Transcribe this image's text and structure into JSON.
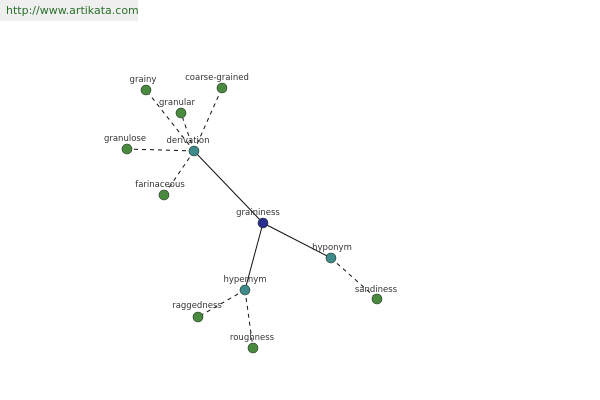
{
  "header": {
    "url": "http://www.artikata.com"
  },
  "colors": {
    "center_node": "#2a2f8f",
    "relation_node": "#3e8a8a",
    "leaf_node": "#4a8a3e",
    "edge": "#111111",
    "url_text": "#2b6f2b"
  },
  "graph": {
    "nodes": [
      {
        "id": "graininess",
        "label": "graininess",
        "kind": "center"
      },
      {
        "id": "derivation",
        "label": "derivation",
        "kind": "relation"
      },
      {
        "id": "hyponym",
        "label": "hyponym",
        "kind": "relation"
      },
      {
        "id": "hypernym",
        "label": "hypernym",
        "kind": "relation"
      },
      {
        "id": "grainy",
        "label": "grainy",
        "kind": "leaf"
      },
      {
        "id": "coarse-grained",
        "label": "coarse-grained",
        "kind": "leaf"
      },
      {
        "id": "granular",
        "label": "granular",
        "kind": "leaf"
      },
      {
        "id": "granulose",
        "label": "granulose",
        "kind": "leaf"
      },
      {
        "id": "farinaceous",
        "label": "farinaceous",
        "kind": "leaf"
      },
      {
        "id": "sandiness",
        "label": "sandiness",
        "kind": "leaf"
      },
      {
        "id": "raggedness",
        "label": "raggedness",
        "kind": "leaf"
      },
      {
        "id": "roughness",
        "label": "roughness",
        "kind": "leaf"
      }
    ],
    "edges": [
      {
        "from": "graininess",
        "to": "derivation",
        "style": "solid"
      },
      {
        "from": "graininess",
        "to": "hyponym",
        "style": "solid"
      },
      {
        "from": "graininess",
        "to": "hypernym",
        "style": "solid"
      },
      {
        "from": "derivation",
        "to": "grainy",
        "style": "dashed"
      },
      {
        "from": "derivation",
        "to": "coarse-grained",
        "style": "dashed"
      },
      {
        "from": "derivation",
        "to": "granular",
        "style": "dashed"
      },
      {
        "from": "derivation",
        "to": "granulose",
        "style": "dashed"
      },
      {
        "from": "derivation",
        "to": "farinaceous",
        "style": "dashed"
      },
      {
        "from": "hyponym",
        "to": "sandiness",
        "style": "dashed"
      },
      {
        "from": "hypernym",
        "to": "raggedness",
        "style": "dashed"
      },
      {
        "from": "hypernym",
        "to": "roughness",
        "style": "dashed"
      }
    ]
  }
}
